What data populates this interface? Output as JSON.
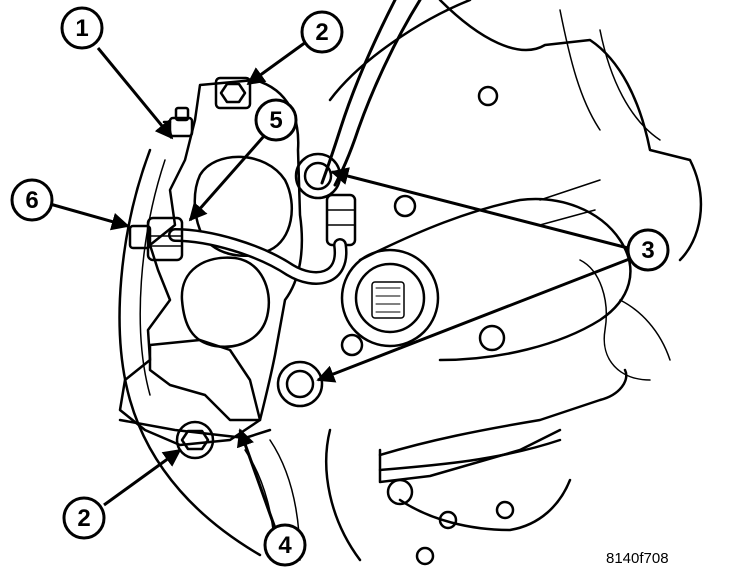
{
  "diagram": {
    "figure_code": "8140f708",
    "colors": {
      "ink": "#000000",
      "paper": "#ffffff",
      "shade": "#d9d9d9"
    },
    "callouts": [
      {
        "label": "1"
      },
      {
        "label": "2"
      },
      {
        "label": "5"
      },
      {
        "label": "6"
      },
      {
        "label": "3"
      },
      {
        "label": "2"
      },
      {
        "label": "4"
      }
    ]
  }
}
